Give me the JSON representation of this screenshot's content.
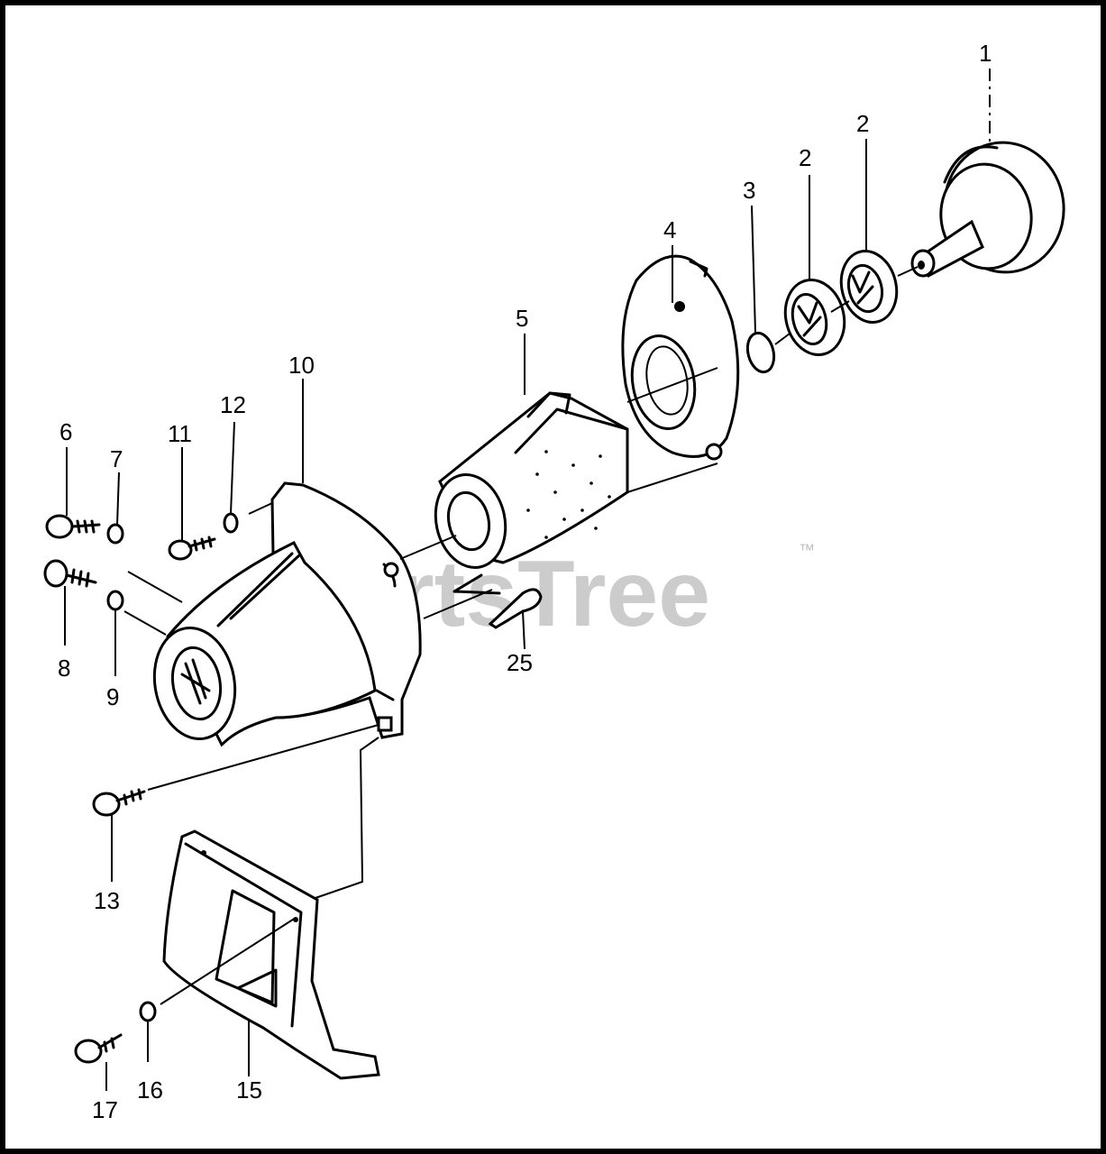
{
  "watermark": {
    "text": "PartsTree",
    "trademark": "™"
  },
  "callouts": [
    "1",
    "2",
    "2",
    "3",
    "4",
    "5",
    "10",
    "12",
    "11",
    "6",
    "7",
    "8",
    "9",
    "25",
    "13",
    "15",
    "16",
    "17"
  ]
}
